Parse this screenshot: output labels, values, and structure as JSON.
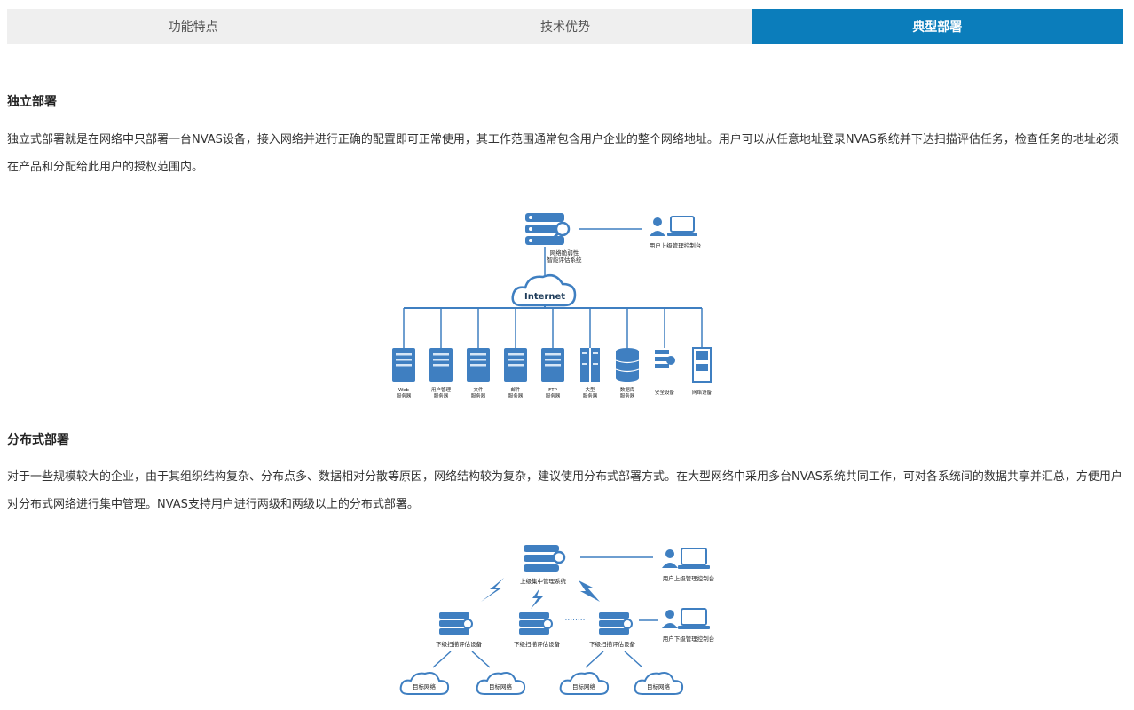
{
  "tabs": [
    {
      "label": "功能特点"
    },
    {
      "label": "技术优势"
    },
    {
      "label": "典型部署"
    }
  ],
  "standalone": {
    "title": "独立部署",
    "text": "独立式部署就是在网络中只部署一台NVAS设备，接入网络并进行正确的配置即可正常使用，其工作范围通常包含用户企业的整个网络地址。用户可以从任意地址登录NVAS系统并下达扫描评估任务，检查任务的地址必须在产品和分配给此用户的授权范围内。",
    "diagram": {
      "scanner_label_1": "网络脆弱性",
      "scanner_label_2": "智能评估系统",
      "console_label": "用户上级管理控制台",
      "cloud_label": "Internet",
      "servers": [
        {
          "l1": "Web",
          "l2": "服务器"
        },
        {
          "l1": "用户管理",
          "l2": "服务器"
        },
        {
          "l1": "文件",
          "l2": "服务器"
        },
        {
          "l1": "邮件",
          "l2": "服务器"
        },
        {
          "l1": "FTP",
          "l2": "服务器"
        },
        {
          "l1": "大型",
          "l2": "服务器"
        },
        {
          "l1": "数据库",
          "l2": "服务器"
        },
        {
          "l1": "安全设备",
          "l2": ""
        },
        {
          "l1": "网络设备",
          "l2": ""
        }
      ]
    }
  },
  "distributed": {
    "title": "分布式部署",
    "text": "对于一些规模较大的企业，由于其组织结构复杂、分布点多、数据相对分散等原因，网络结构较为复杂，建议使用分布式部署方式。在大型网络中采用多台NVAS系统共同工作，可对各系统间的数据共享并汇总，方便用户对分布式网络进行集中管理。NVAS支持用户进行两级和两级以上的分布式部署。",
    "diagram": {
      "top_label": "上级集中管理系统",
      "top_console": "用户上级管理控制台",
      "sub_label": "下级扫描评估设备",
      "sub_console": "用户下级管理控制台",
      "target_label": "目标网络",
      "dots": "........"
    }
  }
}
